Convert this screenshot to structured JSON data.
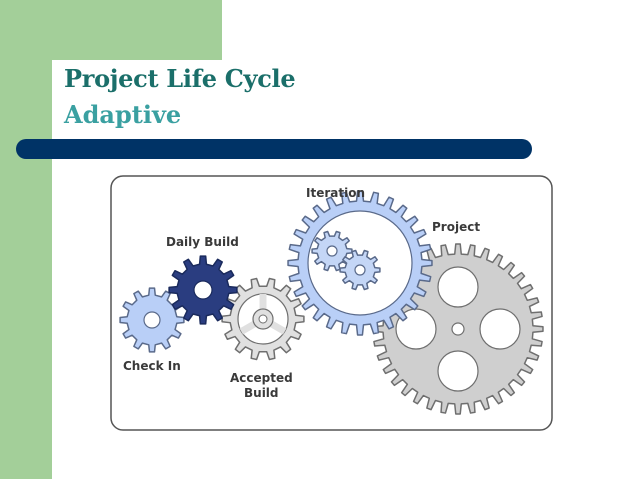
{
  "slide": {
    "title": "Project Life Cycle",
    "subtitle": "Adaptive"
  },
  "diagram": {
    "labels": {
      "check_in": "Check In",
      "daily_build": "Daily Build",
      "accepted_build_1": "Accepted",
      "accepted_build_2": "Build",
      "iteration": "Iteration",
      "project": "Project"
    },
    "gears": [
      {
        "name": "check-in-gear",
        "teeth": 12,
        "fill": "#b9cff7"
      },
      {
        "name": "daily-build-gear",
        "teeth": 12,
        "fill": "#2a3d80"
      },
      {
        "name": "accepted-build-gear",
        "teeth": 14,
        "fill": "#e0e0e0"
      },
      {
        "name": "iteration-gear",
        "teeth": 28,
        "fill": "#b9cff7"
      },
      {
        "name": "iteration-small-gear-left",
        "teeth": 10,
        "fill": "#c4d6f6"
      },
      {
        "name": "iteration-small-gear-right",
        "teeth": 10,
        "fill": "#c4d6f6"
      },
      {
        "name": "project-gear",
        "teeth": 36,
        "fill": "#cfcfcf"
      }
    ],
    "colors": {
      "frame": "#555555",
      "gear_stroke": "#5a6a8a",
      "gray_stroke": "#6f6f6f"
    }
  }
}
